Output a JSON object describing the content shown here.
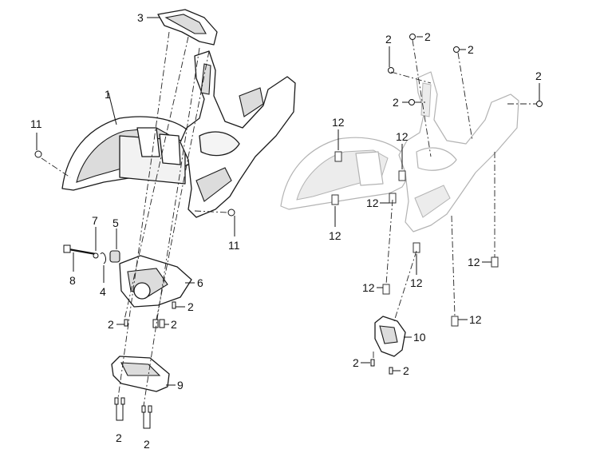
{
  "callouts": [
    {
      "id": "c3",
      "text": "3"
    },
    {
      "id": "c1",
      "text": "1"
    },
    {
      "id": "c11a",
      "text": "11"
    },
    {
      "id": "c11b",
      "text": "11"
    },
    {
      "id": "c7",
      "text": "7"
    },
    {
      "id": "c5",
      "text": "5"
    },
    {
      "id": "c8",
      "text": "8"
    },
    {
      "id": "c4",
      "text": "4"
    },
    {
      "id": "c6",
      "text": "6"
    },
    {
      "id": "c2a",
      "text": "2"
    },
    {
      "id": "c2b",
      "text": "2"
    },
    {
      "id": "c2c",
      "text": "2"
    },
    {
      "id": "c9",
      "text": "9"
    },
    {
      "id": "c2d",
      "text": "2"
    },
    {
      "id": "c2e",
      "text": "2"
    },
    {
      "id": "r2a",
      "text": "2"
    },
    {
      "id": "r2b",
      "text": "2"
    },
    {
      "id": "r2c",
      "text": "2"
    },
    {
      "id": "r2d",
      "text": "2"
    },
    {
      "id": "r2e",
      "text": "2"
    },
    {
      "id": "r12a",
      "text": "12"
    },
    {
      "id": "r12b",
      "text": "12"
    },
    {
      "id": "r12c",
      "text": "12"
    },
    {
      "id": "r12d",
      "text": "12"
    },
    {
      "id": "r12e",
      "text": "12"
    },
    {
      "id": "r12f",
      "text": "12"
    },
    {
      "id": "r12g",
      "text": "12"
    },
    {
      "id": "r12h",
      "text": "12"
    },
    {
      "id": "r12i",
      "text": "12"
    },
    {
      "id": "r10",
      "text": "10"
    },
    {
      "id": "r2f",
      "text": "2"
    },
    {
      "id": "r2g",
      "text": "2"
    }
  ]
}
